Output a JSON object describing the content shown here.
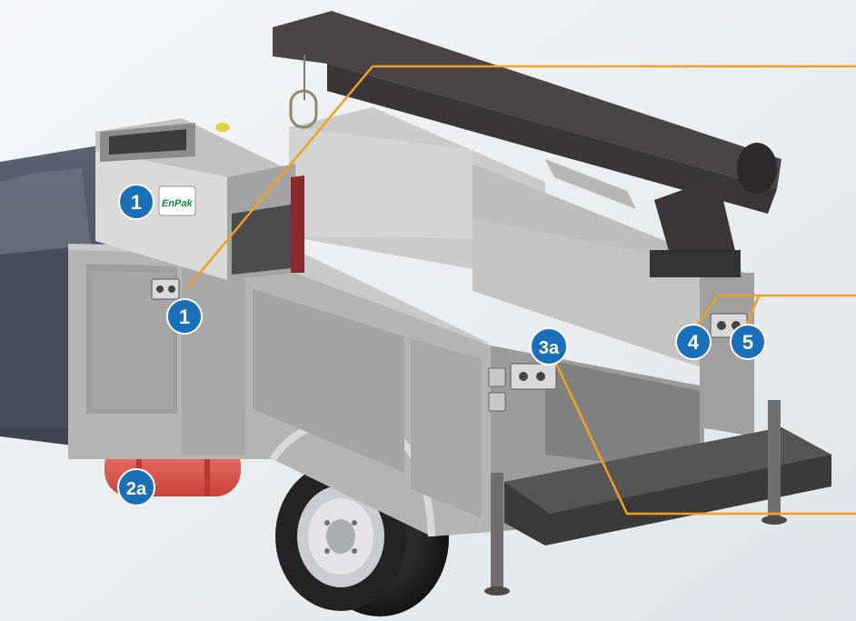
{
  "colors": {
    "background": "#e9eef2",
    "body_panel": "#b4b4b4",
    "body_dark": "#8f8f8f",
    "truck_cab": "#4d5563",
    "callout_line": "#f0a020",
    "badge_fill": "#1a70b8",
    "badge_stroke": "#ffffff",
    "air_tank": "#e8574e",
    "crane": "#4a4446"
  },
  "diagram": {
    "unit_brand": "EnPak",
    "callouts": [
      {
        "id": "unit",
        "label": "1"
      },
      {
        "id": "control-panel",
        "label": "1"
      },
      {
        "id": "air-tank",
        "label": "2a"
      },
      {
        "id": "rear-panel",
        "label": "3a"
      },
      {
        "id": "crane-panel-left",
        "label": "4"
      },
      {
        "id": "crane-panel-right",
        "label": "5"
      }
    ]
  }
}
